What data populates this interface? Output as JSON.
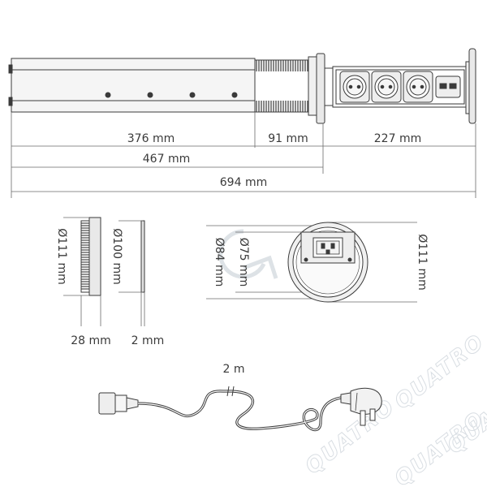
{
  "dimensions": {
    "top_a": "376 mm",
    "top_b": "91 mm",
    "top_c": "227 mm",
    "top_ab": "467 mm",
    "top_total": "694 mm",
    "side_outer_dia": "Ø111 mm",
    "side_inner_dia": "Ø100 mm",
    "side_depth": "28 mm",
    "side_thickness": "2 mm",
    "front_dia_84": "Ø84 mm",
    "front_dia_75": "Ø75 mm",
    "front_dia_111": "Ø111 mm",
    "cable_length": "2 m"
  },
  "watermark": {
    "text": "QUATRO"
  },
  "colors": {
    "line": "#3a3a3a",
    "body_fill": "#f2f2f2",
    "outlet_fill": "#e6e6e6",
    "watermark": "#d9dee3"
  }
}
